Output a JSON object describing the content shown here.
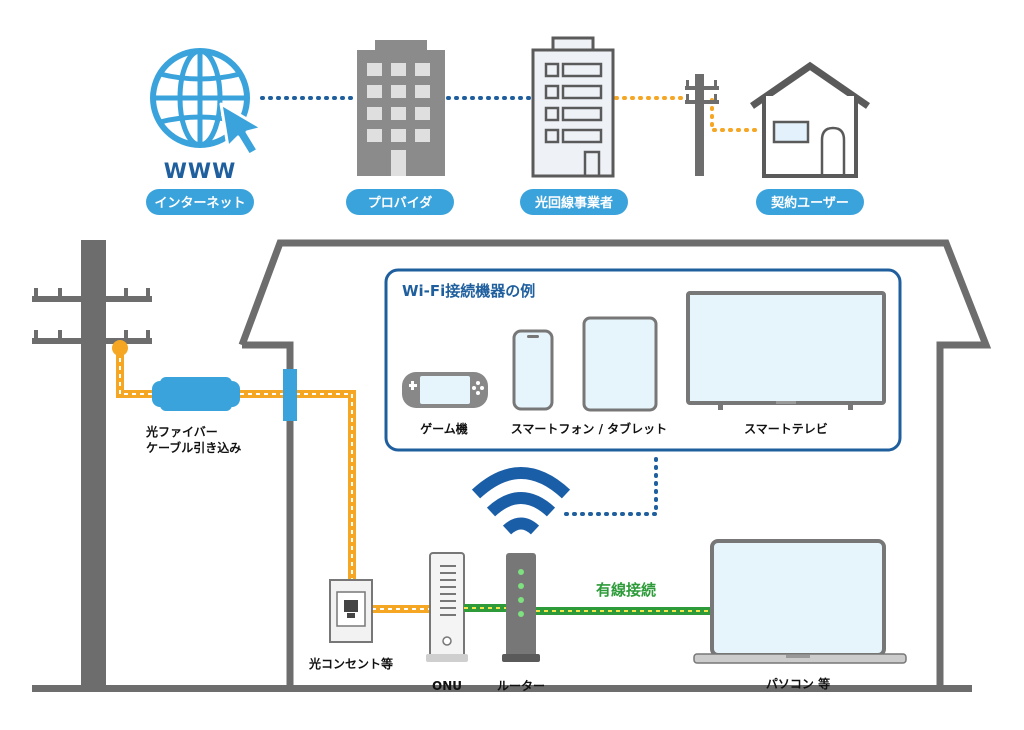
{
  "top_row": {
    "www_text": "WWW",
    "pills": {
      "internet": "インターネット",
      "provider": "プロバイダ",
      "carrier": "光回線事業者",
      "user": "契約ユーザー"
    }
  },
  "house": {
    "fiber_label_line1": "光ファイバー",
    "fiber_label_line2": "ケーブル引き込み",
    "outlet_label": "光コンセント等",
    "onu_label": "ONU",
    "router_label": "ルーター",
    "pc_label": "パソコン 等",
    "wired_label": "有線接続"
  },
  "wifi_box": {
    "title": "Wi-Fi接続機器の例",
    "devices": {
      "game": "ゲーム機",
      "phone_tablet": "スマートフォン / タブレット",
      "tv": "スマートテレビ"
    }
  },
  "colors": {
    "accent_blue": "#3aa3dc",
    "dark_blue": "#1f5f9e",
    "wifi_blue": "#1b5ea8",
    "fiber_orange": "#f5a623",
    "wired_green": "#2e9b3a",
    "gray": "#6d6d6d"
  }
}
